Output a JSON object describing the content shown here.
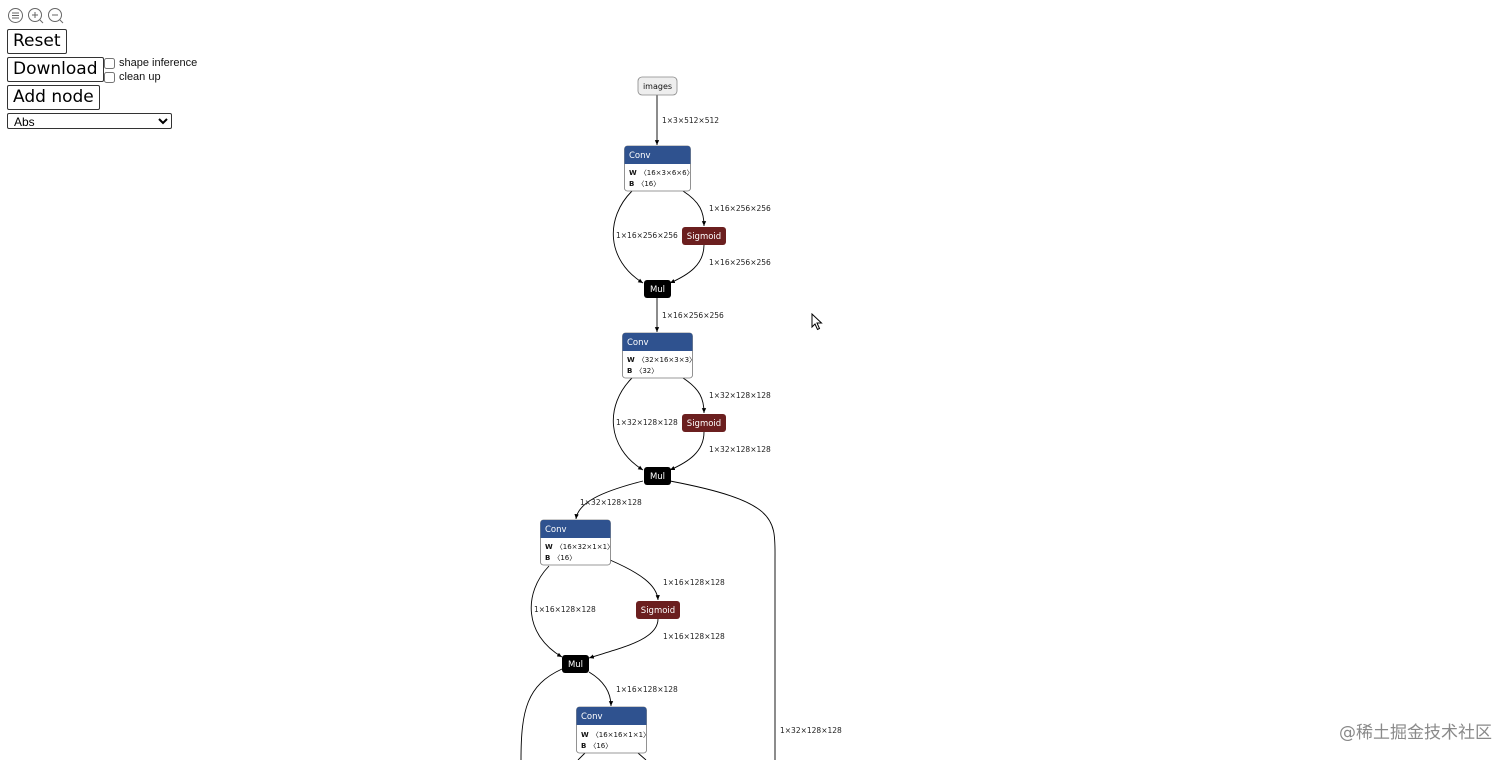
{
  "toolbar": {
    "icons": [
      "menu-icon",
      "zoom-in-icon",
      "zoom-out-icon"
    ],
    "reset_label": "Reset",
    "download_label": "Download",
    "add_node_label": "Add node",
    "shape_inference_label": "shape inference",
    "clean_up_label": "clean up",
    "selected_op": "Abs"
  },
  "graph": {
    "input": "images",
    "nodes": {
      "conv1": {
        "title": "Conv",
        "w_key": "W",
        "w_val": "〈16×3×6×6〉",
        "b_key": "B",
        "b_val": "〈16〉"
      },
      "sig1": {
        "title": "Sigmoid"
      },
      "mul1": {
        "title": "Mul"
      },
      "conv2": {
        "title": "Conv",
        "w_key": "W",
        "w_val": "〈32×16×3×3〉",
        "b_key": "B",
        "b_val": "〈32〉"
      },
      "sig2": {
        "title": "Sigmoid"
      },
      "mul2": {
        "title": "Mul"
      },
      "conv3": {
        "title": "Conv",
        "w_key": "W",
        "w_val": "〈16×32×1×1〉",
        "b_key": "B",
        "b_val": "〈16〉"
      },
      "sig3": {
        "title": "Sigmoid"
      },
      "mul3": {
        "title": "Mul"
      },
      "conv4": {
        "title": "Conv",
        "w_key": "W",
        "w_val": "〈16×16×1×1〉",
        "b_key": "B",
        "b_val": "〈16〉"
      }
    },
    "edge_labels": {
      "images_conv1": "1×3×512×512",
      "conv1_sig1": "1×16×256×256",
      "conv1_mul1": "1×16×256×256",
      "sig1_mul1": "1×16×256×256",
      "mul1_conv2": "1×16×256×256",
      "conv2_sig2": "1×32×128×128",
      "conv2_mul2": "1×32×128×128",
      "sig2_mul2": "1×32×128×128",
      "mul2_conv3": "1×32×128×128",
      "conv3_sig3": "1×16×128×128",
      "conv3_mul3": "1×16×128×128",
      "sig3_mul3": "1×16×128×128",
      "mul3_conv4": "1×16×128×128",
      "mul2_skip": "1×32×128×128"
    },
    "colors": {
      "conv": "#2f528f",
      "sigmoid": "#6b1f1f",
      "mul": "#000000",
      "input": "#eeeeee",
      "edge": "#000000"
    }
  },
  "watermark": "@稀土掘金技术社区"
}
